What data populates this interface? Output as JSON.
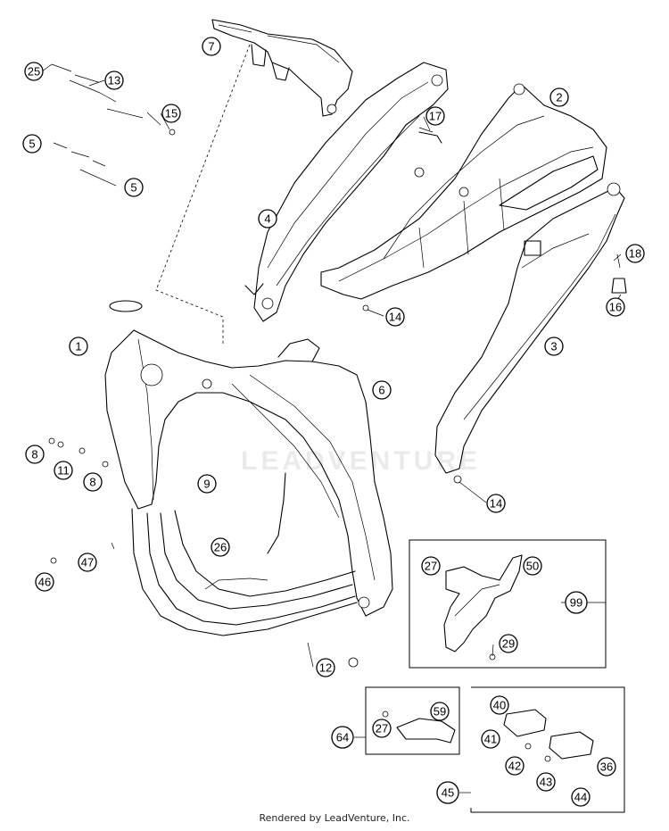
{
  "diagram": {
    "callouts": [
      "25",
      "13",
      "15",
      "7",
      "2",
      "17",
      "5",
      "5",
      "4",
      "18",
      "16",
      "14",
      "1",
      "3",
      "6",
      "8",
      "11",
      "8",
      "9",
      "14",
      "26",
      "27",
      "50",
      "99",
      "47",
      "46",
      "29",
      "12",
      "40",
      "59",
      "64",
      "27",
      "41",
      "42",
      "36",
      "43",
      "44",
      "45"
    ],
    "watermark": "LEADVENTURE"
  },
  "footer": {
    "credit": "Rendered by LeadVenture, Inc."
  }
}
